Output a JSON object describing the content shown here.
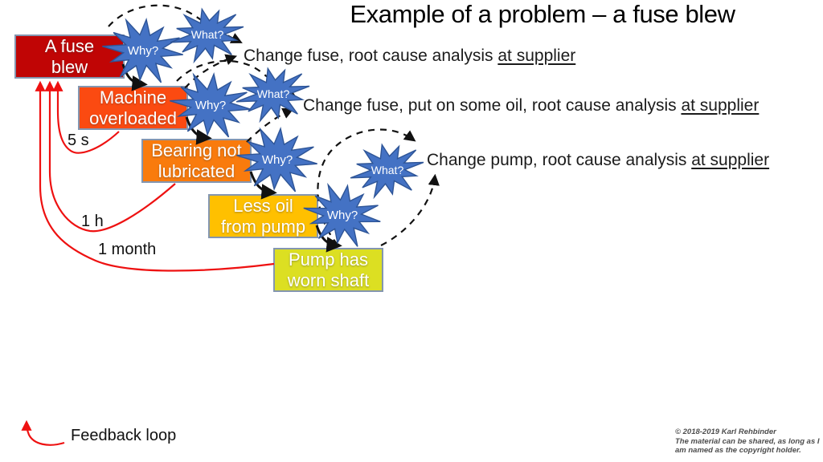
{
  "title": "Example of a problem – a fuse blew",
  "boxes": [
    {
      "label": "A fuse\nblew",
      "color": "#C00505"
    },
    {
      "label": "Machine\noverloaded",
      "color": "#FB4A11"
    },
    {
      "label": "Bearing not\nlubricated",
      "color": "#F97B0D"
    },
    {
      "label": "Less oil\nfrom pump",
      "color": "#FFC000"
    },
    {
      "label": "Pump has\nworn shaft",
      "color": "#DCDF22"
    }
  ],
  "bursts": [
    {
      "label": "Why?"
    },
    {
      "label": "What?"
    },
    {
      "label": "Why?"
    },
    {
      "label": "What?"
    },
    {
      "label": "Why?"
    },
    {
      "label": "What?"
    },
    {
      "label": "Why?"
    }
  ],
  "answers": [
    {
      "text": "Change fuse, root cause analysis ",
      "underlined": "at supplier"
    },
    {
      "text": "Change fuse, put on some oil, root cause analysis ",
      "underlined": "at supplier"
    },
    {
      "text": "Change pump, root cause analysis ",
      "underlined": "at supplier"
    }
  ],
  "time_labels": {
    "fast": "5 s",
    "medium": "1 h",
    "slow": "1 month"
  },
  "legend": {
    "label": "Feedback loop"
  },
  "copyright": {
    "line1": "© 2018-2019 Karl Rehbinder",
    "line2": "The material can be shared, as long as I",
    "line3": "am named as the copyright holder."
  },
  "colors": {
    "burst_fill": "#4472C4",
    "burst_stroke": "#2E5597",
    "feedback_arrow": "#EE1111",
    "box_border": "#8496B0",
    "text": "#1b1b1b"
  }
}
